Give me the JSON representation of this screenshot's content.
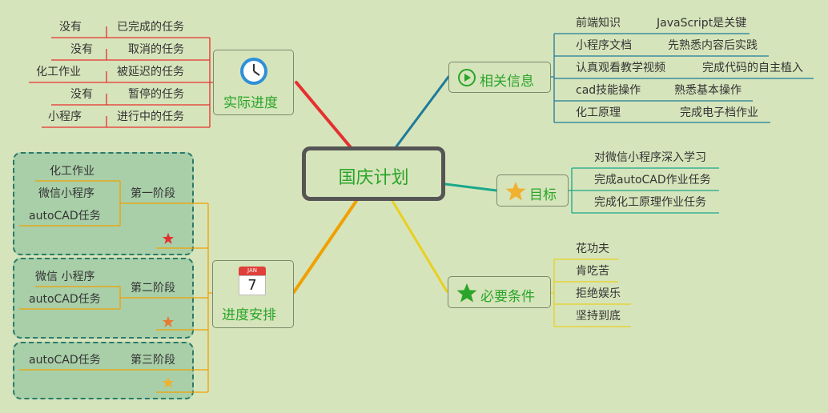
{
  "center": "国庆计划",
  "progress": {
    "title": "实际进度",
    "rows": [
      {
        "left": "没有",
        "right": "已完成的任务"
      },
      {
        "left": "没有",
        "right": "取消的任务"
      },
      {
        "left": "化工作业",
        "right": "被延迟的任务"
      },
      {
        "left": "没有",
        "right": "暂停的任务"
      },
      {
        "left": "小程序",
        "right": "进行中的任务"
      }
    ]
  },
  "schedule": {
    "title": "进度安排",
    "calendar_month": "JAN",
    "calendar_day": "7",
    "stages": [
      {
        "label": "第一阶段",
        "items": [
          "化工作业",
          "微信小程序",
          "autoCAD任务"
        ],
        "star_color": "#e53030"
      },
      {
        "label": "第二阶段",
        "items": [
          "微信 小程序",
          "autoCAD任务"
        ],
        "star_color": "#e87a30"
      },
      {
        "label": "第三阶段",
        "items": [
          "autoCAD任务"
        ],
        "star_color": "#f0b030"
      }
    ]
  },
  "info": {
    "title": "相关信息",
    "rows": [
      {
        "left": "前端知识",
        "right": "JavaScript是关键"
      },
      {
        "left": "小程序文档",
        "right": "先熟悉内容后实践"
      },
      {
        "left": "认真观看教学视频",
        "right": "完成代码的自主植入"
      },
      {
        "left": "cad技能操作",
        "right": "熟悉基本操作"
      },
      {
        "left": "化工原理",
        "right": "完成电子档作业"
      }
    ]
  },
  "goals": {
    "title": "目标",
    "items": [
      "对微信小程序深入学习",
      "完成autoCAD作业任务",
      "完成化工原理作业任务"
    ]
  },
  "conditions": {
    "title": "必要条件",
    "items": [
      "花功夫",
      "肯吃苦",
      "拒绝娱乐",
      "坚持到底"
    ]
  },
  "colors": {
    "background": "#d6e4bb",
    "node_text": "#2aa52a",
    "progress_branch": "#e53030",
    "schedule_branch": "#f0a000",
    "info_branch": "#1f7a9a",
    "goals_branch": "#1aa88a",
    "conditions_branch": "#e8d020"
  }
}
